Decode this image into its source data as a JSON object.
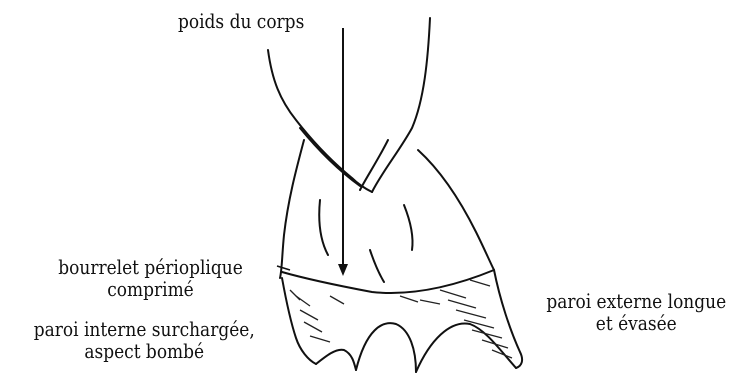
{
  "labels": {
    "body_weight": "poids du corps",
    "coronary_band_line1": "bourrelet périoplique",
    "coronary_band_line2": "comprimé",
    "inner_wall_line1": "paroi interne surchargée,",
    "inner_wall_line2": "aspect bombé",
    "outer_wall_line1": "paroi externe longue",
    "outer_wall_line2": "et évasée"
  }
}
